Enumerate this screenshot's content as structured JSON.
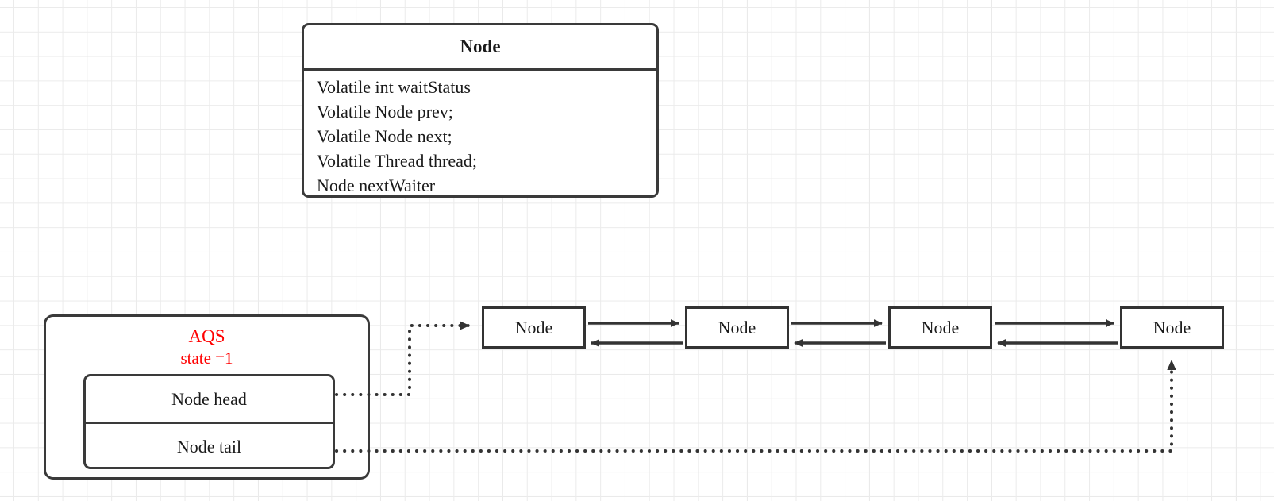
{
  "diagram": {
    "class_box": {
      "title": "Node",
      "attributes": [
        "Volatile int waitStatus",
        "Volatile Node prev;",
        "Volatile Node next;",
        "Volatile Thread thread;",
        "Node nextWaiter"
      ]
    },
    "aqs_box": {
      "title": "AQS",
      "state": "state =1",
      "title_color": "#ff0000",
      "fields": [
        {
          "label": "Node head"
        },
        {
          "label": "Node tail"
        }
      ]
    },
    "queue": {
      "nodes": [
        {
          "label": "Node"
        },
        {
          "label": "Node"
        },
        {
          "label": "Node"
        },
        {
          "label": "Node"
        }
      ]
    },
    "colors": {
      "stroke": "#333333",
      "text": "#1a1a1a",
      "accent": "#ff0000",
      "grid_minor": "#ebebeb",
      "grid_major": "#e2e2e2",
      "background": "#ffffff"
    }
  }
}
